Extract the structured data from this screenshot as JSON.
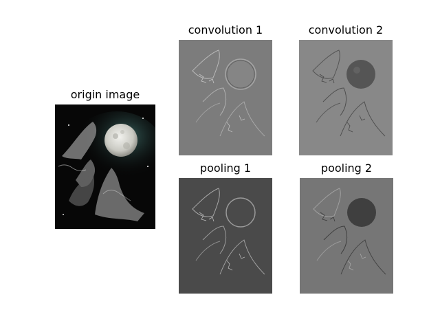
{
  "titles": {
    "origin": "origin image",
    "conv1": "convolution 1",
    "conv2": "convolution 2",
    "pool1": "pooling 1",
    "pool2": "pooling 2"
  },
  "colors": {
    "origin_bg": "#070707",
    "moon": "#d9d9d4",
    "conv1_bg": "#7c7c7c",
    "conv2_bg": "#888888",
    "pool1_bg": "#4a4a4a",
    "pool2_bg": "#767676"
  }
}
